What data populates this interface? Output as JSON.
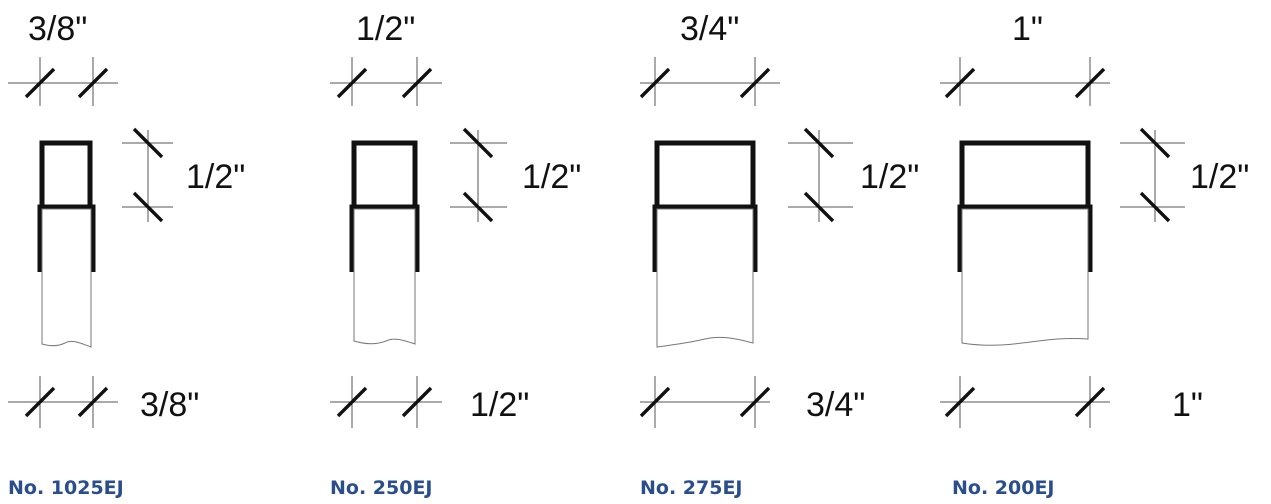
{
  "title": "",
  "products": [
    {
      "model": "No. 1025EJ",
      "top_width_label": "3/8\"",
      "height_label": "1/2\"",
      "bottom_width_label": "3/8\"",
      "width_in": 0.375,
      "height_in": 0.5
    },
    {
      "model": "No. 250EJ",
      "top_width_label": "1/2\"",
      "height_label": "1/2\"",
      "bottom_width_label": "1/2\"",
      "width_in": 0.5,
      "height_in": 0.5
    },
    {
      "model": "No. 275EJ",
      "top_width_label": "3/4\"",
      "height_label": "1/2\"",
      "bottom_width_label": "3/4\"",
      "width_in": 0.75,
      "height_in": 0.5
    },
    {
      "model": "No. 200EJ",
      "top_width_label": "1\"",
      "height_label": "1/2\"",
      "bottom_width_label": "1\"",
      "width_in": 1.0,
      "height_in": 0.5
    }
  ],
  "colors": {
    "model_label": "#2a4e8c",
    "line": "#111111",
    "hatch": "#888888"
  }
}
